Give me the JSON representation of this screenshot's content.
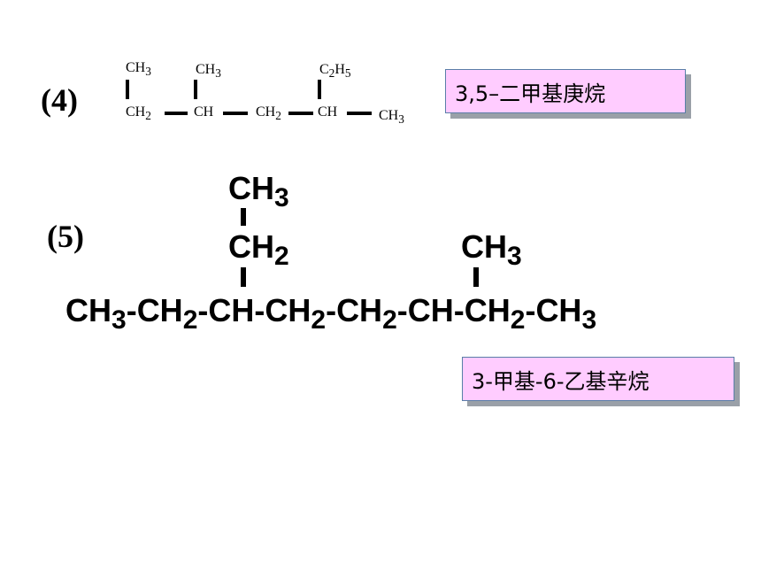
{
  "item4": {
    "number": "(4)",
    "top": [
      {
        "base": "CH",
        "sub": "3"
      },
      {
        "base": "CH",
        "sub": "3"
      },
      {
        "b1": "C",
        "s1": "2",
        "b2": "H",
        "s2": "5"
      }
    ],
    "chain": [
      {
        "base": "CH",
        "sub": "2"
      },
      {
        "base": "CH",
        "sub": ""
      },
      {
        "base": "CH",
        "sub": "2"
      },
      {
        "base": "CH",
        "sub": ""
      },
      {
        "base": "CH",
        "sub": "3"
      }
    ],
    "name": "3,5–二甲基庚烷"
  },
  "item5": {
    "number": "(5)",
    "branch_top": {
      "base": "CH",
      "sub": "3"
    },
    "branch_mid": {
      "base": "CH",
      "sub": "2"
    },
    "branch_right": {
      "base": "CH",
      "sub": "3"
    },
    "chain": [
      {
        "base": "CH",
        "sub": "3"
      },
      {
        "base": "CH",
        "sub": "2"
      },
      {
        "base": "CH",
        "sub": ""
      },
      {
        "base": "CH",
        "sub": "2"
      },
      {
        "base": "CH",
        "sub": "2"
      },
      {
        "base": "CH",
        "sub": ""
      },
      {
        "base": "CH",
        "sub": "2"
      },
      {
        "base": "CH",
        "sub": "3"
      }
    ],
    "name": "3-甲基-6-乙基辛烷"
  }
}
